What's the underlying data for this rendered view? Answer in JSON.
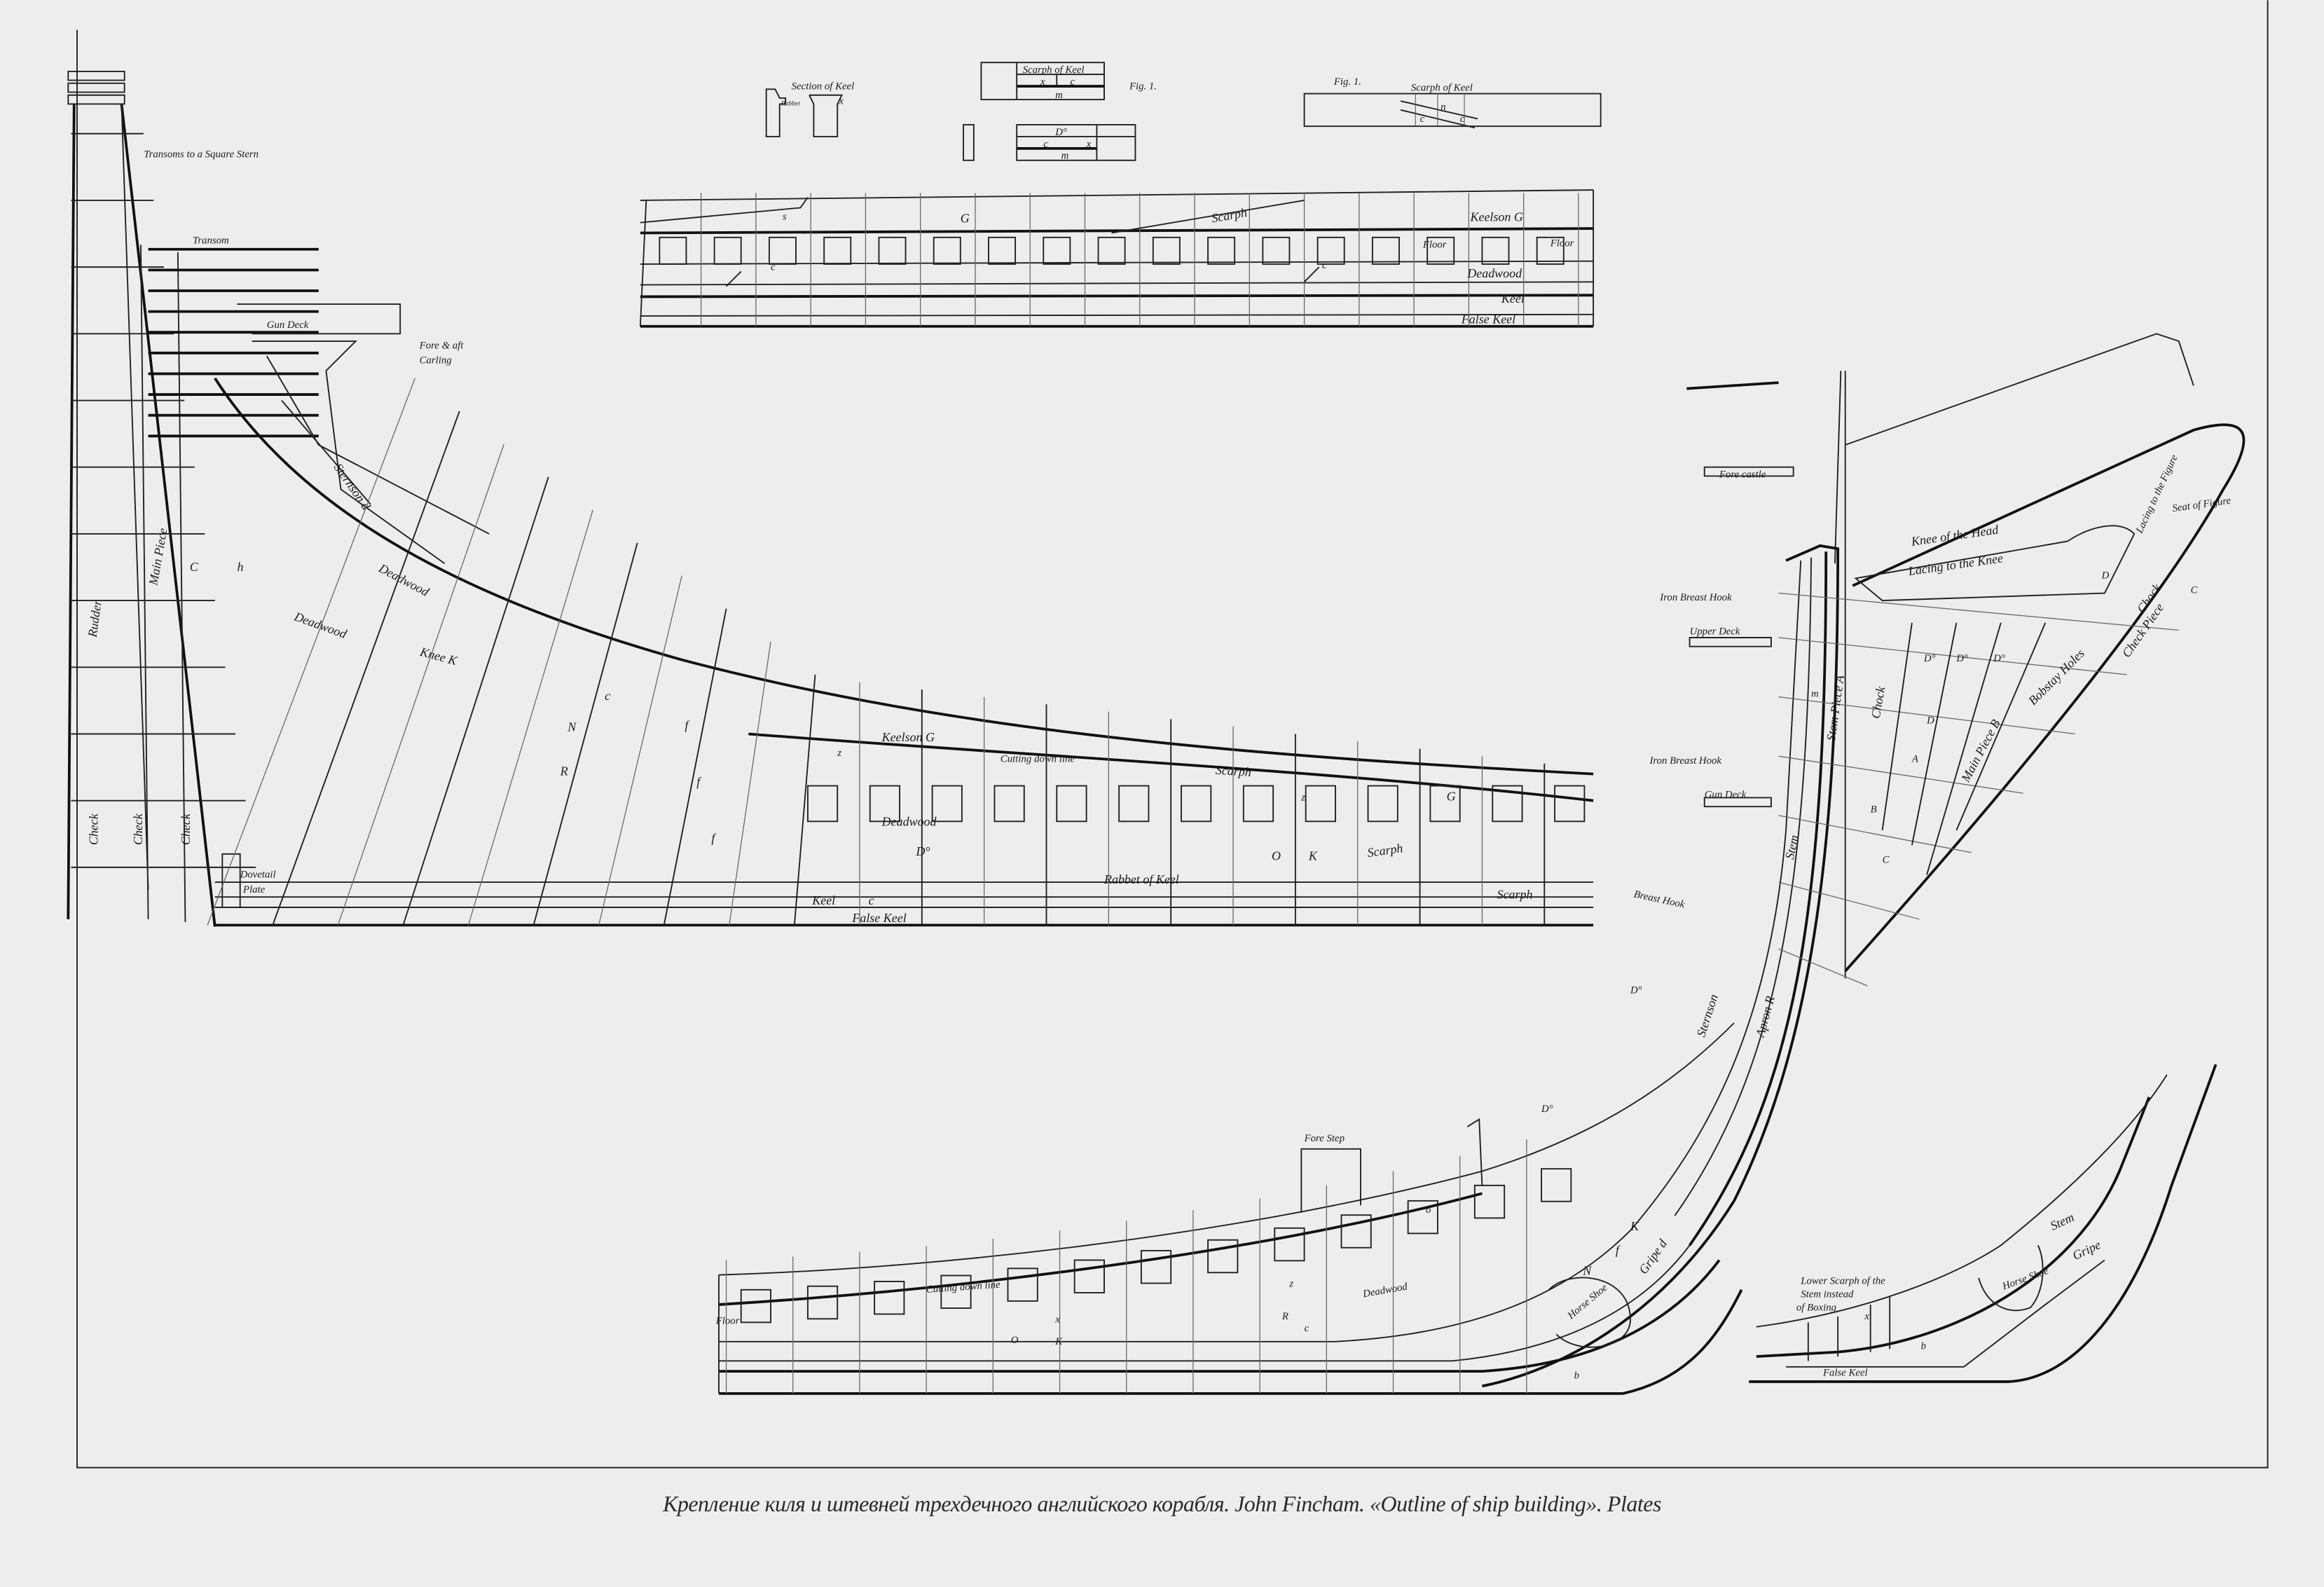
{
  "title": "Outline of ship building — keel and stem fastening plate",
  "caption": "Крепление киля и штевней трехдечного английского корабля. John Fincham. «Outline of ship building». Plates",
  "labels": {
    "top_details": [
      "Section of Keel",
      "Rabbet",
      "x",
      "Scarph of Keel",
      "x",
      "c",
      "m",
      "Fig. 1.",
      "D°",
      "c",
      "x",
      "m",
      "Fig. 1.",
      "Scarph of Keel",
      "n",
      "c",
      "c"
    ],
    "top_keel": [
      "G",
      "Scarph",
      "Keelson G",
      "Floor",
      "Floor",
      "Deadwood",
      "Keel",
      "False Keel",
      "s",
      "c",
      "c"
    ],
    "stern": [
      "Transoms to a Square Stern",
      "Transom",
      "Gun Deck",
      "Fore & aft",
      "Carling",
      "Rudder",
      "Main Piece",
      "C",
      "h",
      "Sternson d",
      "Deadwood",
      "Deadwood",
      "Knee K",
      "Check",
      "Check",
      "Check",
      "Dovetail",
      "Plate"
    ],
    "keel": [
      "N",
      "R",
      "c",
      "f",
      "f",
      "f",
      "Keelson G",
      "Cutting down line",
      "Scarph",
      "Deadwood",
      "D°",
      "O",
      "K",
      "Scarph",
      "G",
      "Keel",
      "c",
      "Rabbet of Keel",
      "False Keel",
      "Scarph",
      "z",
      "z"
    ],
    "bow": [
      "Fore castle",
      "Knee of the Head",
      "Lacing to the Knee",
      "Lacing to the Figure",
      "Seat of Figure",
      "Iron Breast Hook",
      "Upper Deck",
      "Iron Breast Hook",
      "Gun Deck",
      "Breast Hook",
      "Stem Piece A",
      "Chock",
      "D°",
      "D°",
      "D°",
      "Main Piece B",
      "Bobstay Holes",
      "Check Piece",
      "Chock",
      "C",
      "D",
      "D",
      "A",
      "B",
      "C",
      "Apron R",
      "Stem",
      "Sternson",
      "m",
      "D°",
      "D°",
      "Gripe d"
    ],
    "lower_bow": [
      "Fore Step",
      "Cutting down line",
      "Deadwood",
      "Horse Shoe",
      "Floor",
      "O",
      "K",
      "x",
      "R",
      "c",
      "z",
      "N",
      "f",
      "K",
      "o",
      "b"
    ],
    "small_stem": [
      "Lower Scarph of the",
      "Stem instead",
      "of Boxing",
      "Stem",
      "Gripe",
      "Horse Shoe",
      "False Keel",
      "b",
      "x"
    ]
  }
}
